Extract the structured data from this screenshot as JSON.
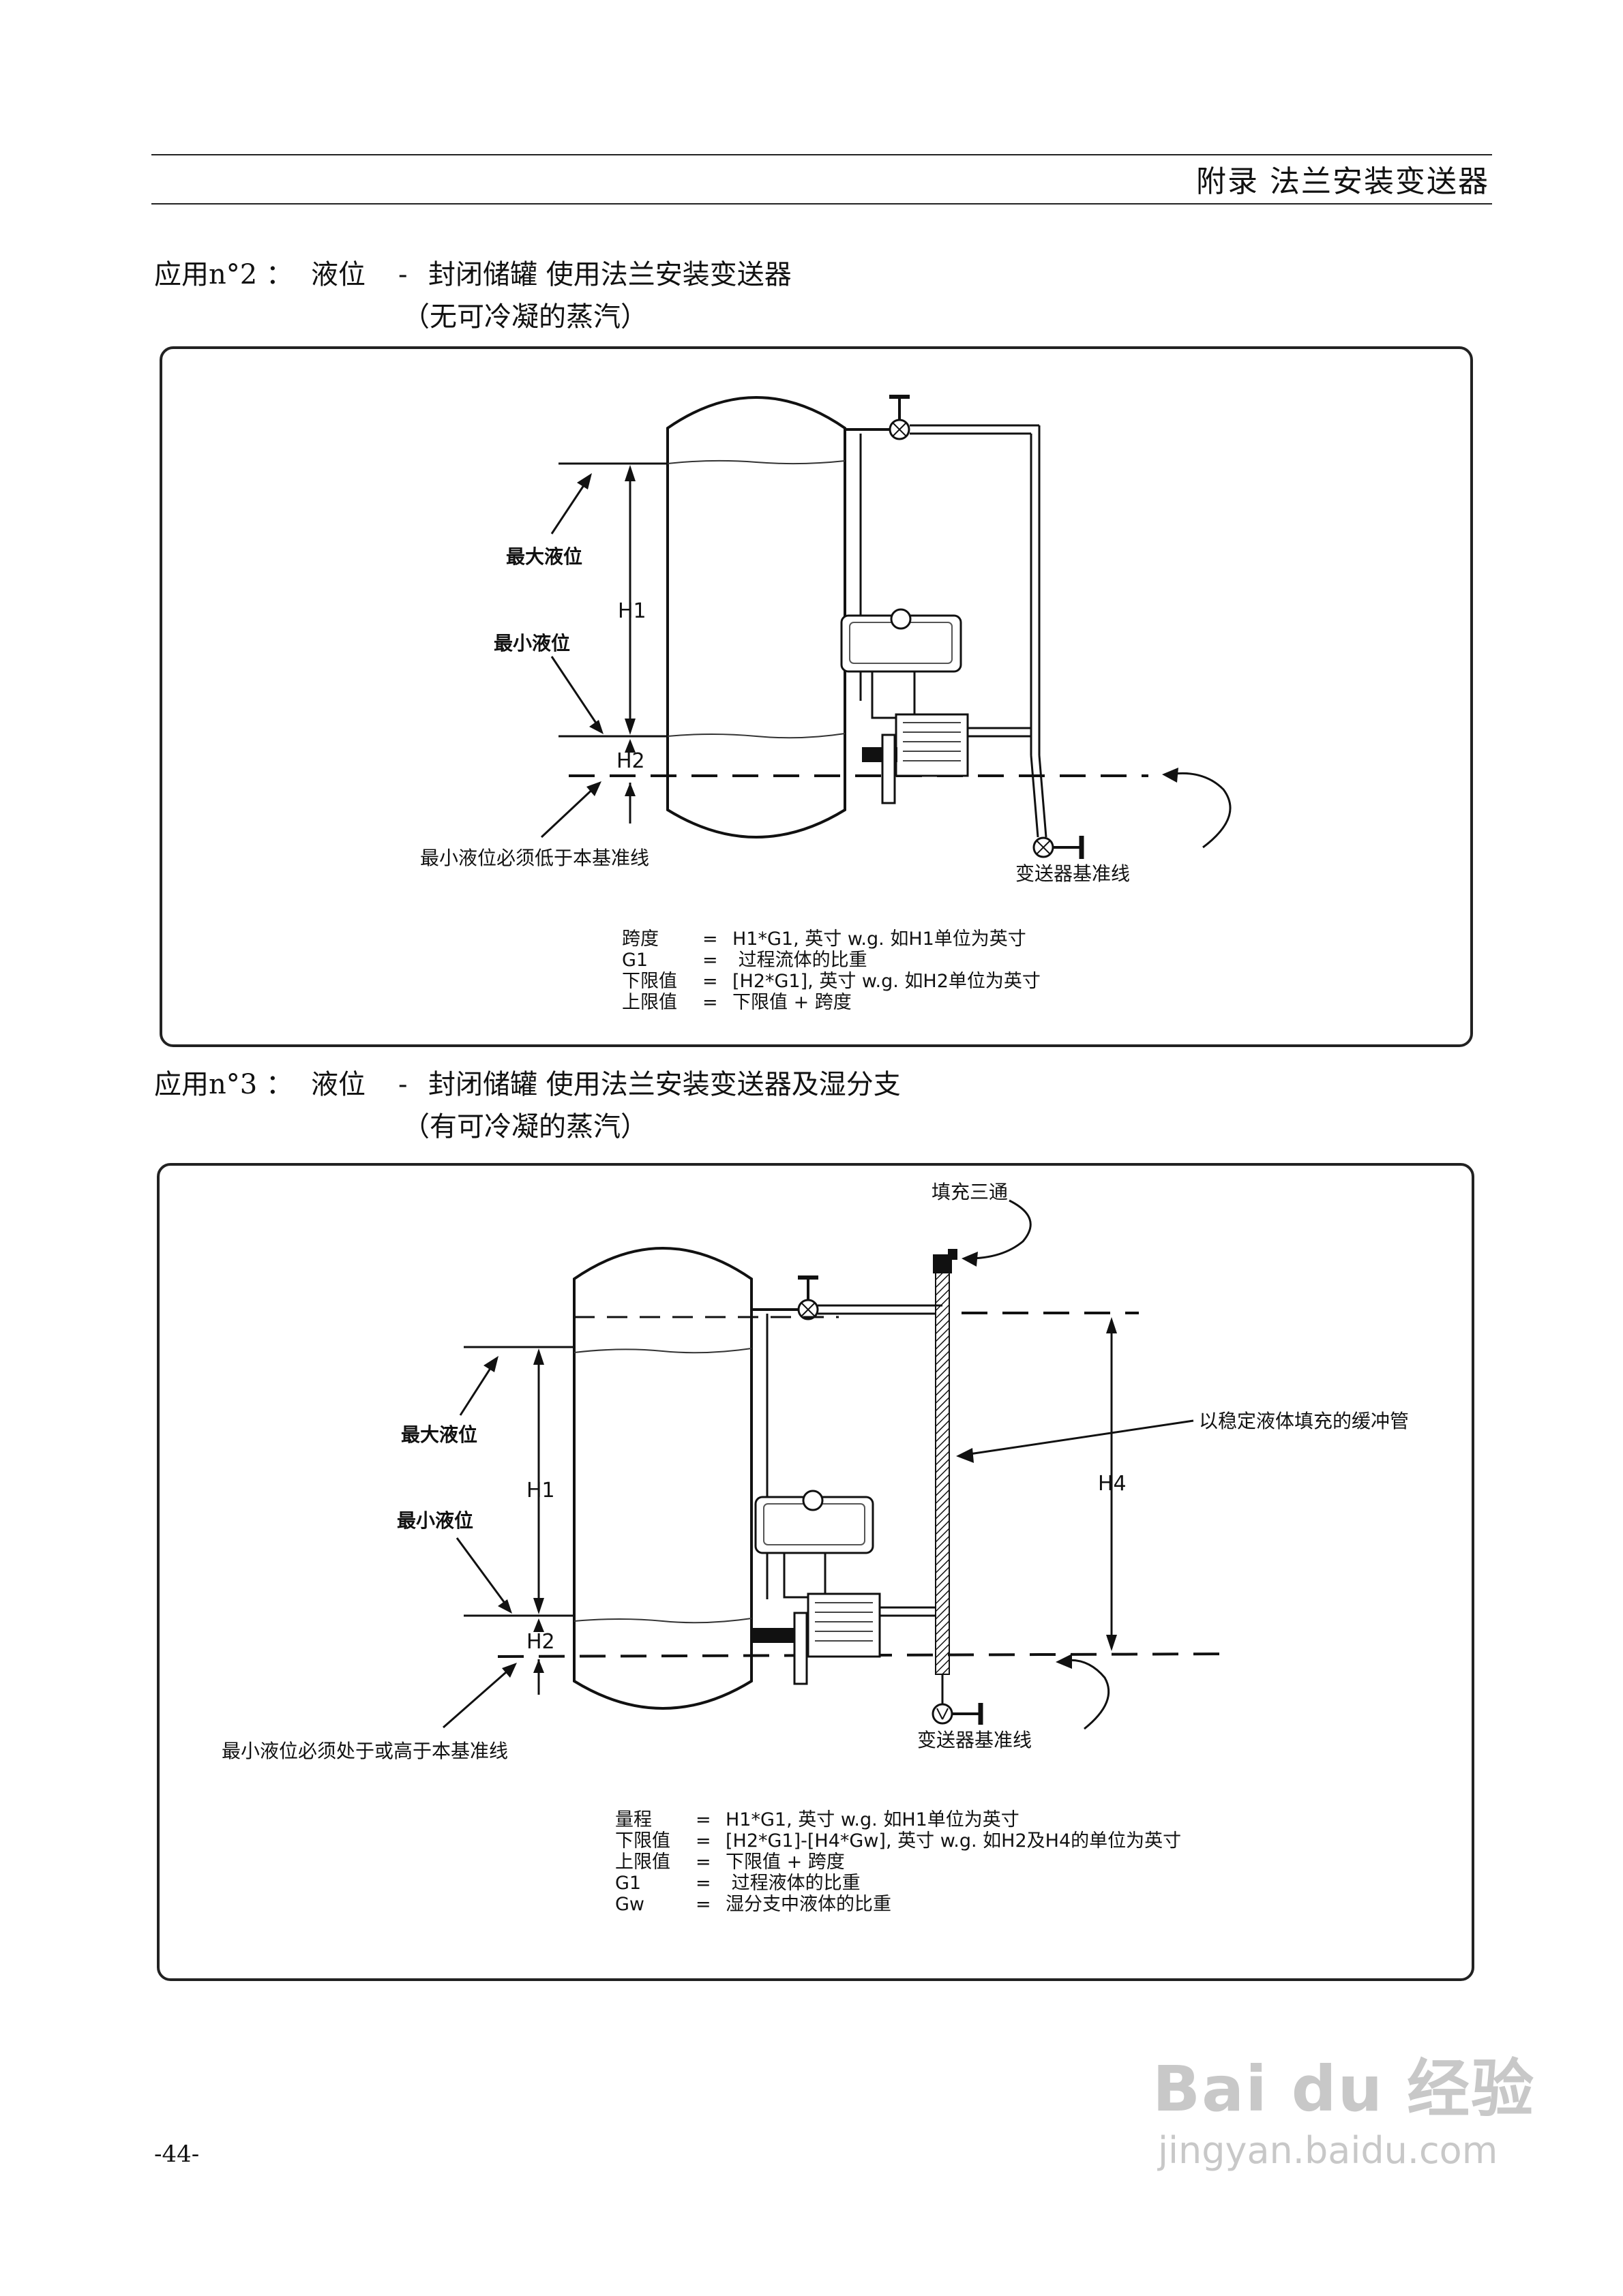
{
  "header": {
    "title": "附录  法兰安装变送器"
  },
  "app2": {
    "label": "应用n°2  ：",
    "topic": "液位",
    "dash": "-",
    "desc": "封闭储罐  使用法兰安装变送器",
    "note": "（无可冷凝的蒸汽）",
    "diagram": {
      "max_level": "最大液位",
      "min_level": "最小液位",
      "h1": "H1",
      "h2": "H2",
      "min_note": "最小液位必须低于本基准线",
      "datum": "变送器基准线"
    },
    "formula": [
      {
        "key": "跨度",
        "eq": "=",
        "val": "H1*G1,  英寸  w.g.  如H1单位为英寸"
      },
      {
        "key": "G1",
        "eq": "=",
        "val": "  过程流体的比重"
      },
      {
        "key": "下限值",
        "eq": "=",
        "val": "[H2*G1],  英寸  w.g.  如H2单位为英寸"
      },
      {
        "key": "上限值",
        "eq": "=",
        "val": "下限值  +  跨度"
      }
    ]
  },
  "app3": {
    "label": "应用n°3  ：",
    "topic": "液位",
    "dash": "-",
    "desc": "封闭储罐  使用法兰安装变送器及湿分支",
    "note": "（有可冷凝的蒸汽）",
    "diagram": {
      "fill_tee": "填充三通",
      "buffer_tube": "以稳定液体填充的缓冲管",
      "max_level": "最大液位",
      "min_level": "最小液位",
      "h1": "H1",
      "h2": "H2",
      "h4": "H4",
      "min_note": "最小液位必须处于或高于本基准线",
      "datum": "变送器基准线"
    },
    "formula": [
      {
        "key": "量程",
        "eq": "=",
        "val": "H1*G1,  英寸  w.g.  如H1单位为英寸"
      },
      {
        "key": "下限值",
        "eq": "=",
        "val": "[H2*G1]-[H4*Gw],  英寸  w.g.  如H2及H4的单位为英寸"
      },
      {
        "key": "上限值",
        "eq": "=",
        "val": "下限值  +  跨度"
      },
      {
        "key": "G1",
        "eq": "=",
        "val": "  过程液体的比重"
      },
      {
        "key": "Gw",
        "eq": "=",
        "val": "湿分支中液体的比重"
      }
    ]
  },
  "footer": {
    "page": "-44-"
  },
  "watermark": {
    "brand": "Bai du 经验",
    "url": "jingyan.baidu.com"
  }
}
